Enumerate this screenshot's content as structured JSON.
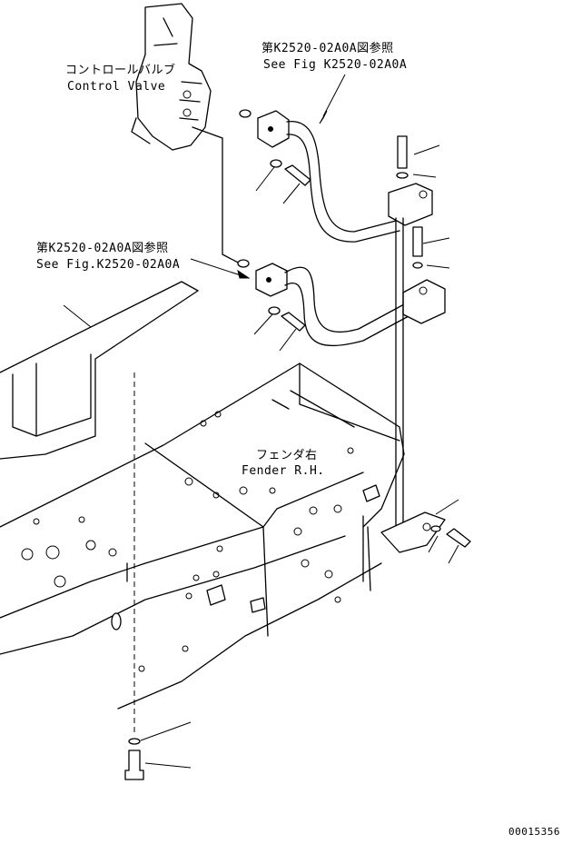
{
  "labels": {
    "control_valve_jp": "コントロールバルブ",
    "control_valve_en": "Control Valve",
    "ref_top_jp": "第K2520-02A0A図参照",
    "ref_top_en": "See Fig K2520-02A0A",
    "ref_mid_jp": "第K2520-02A0A図参照",
    "ref_mid_en": "See Fig.K2520-02A0A",
    "fender_jp": "フェンダ右",
    "fender_en": "Fender R.H.",
    "drawing_number": "00015356"
  }
}
